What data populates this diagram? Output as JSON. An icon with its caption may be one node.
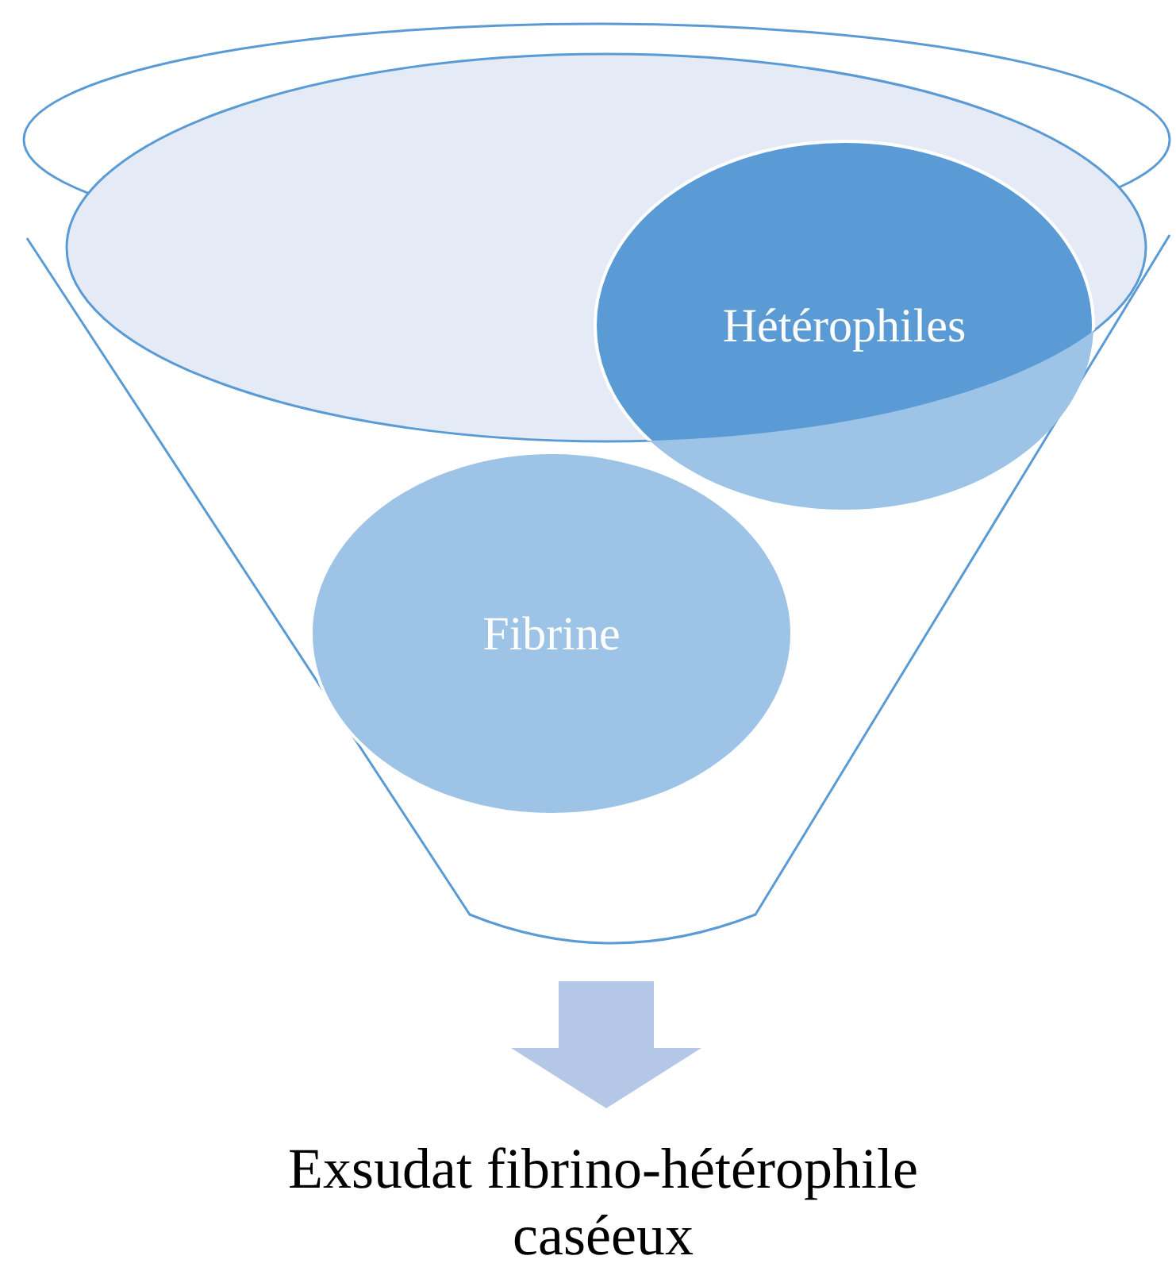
{
  "diagram": {
    "nodes": [
      {
        "text": [],
        "shape": "funnel"
      },
      {
        "text": [
          "Hétérophiles"
        ]
      },
      {
        "text": [
          "Fibrine"
        ],
        "in": 0
      },
      {
        "text": [
          "Exsudat fibrino-hétérophile caséeux"
        ]
      }
    ],
    "edges": [
      {
        "from": 0,
        "to": 3,
        "arrow": "to",
        "style": "thick"
      }
    ]
  }
}
